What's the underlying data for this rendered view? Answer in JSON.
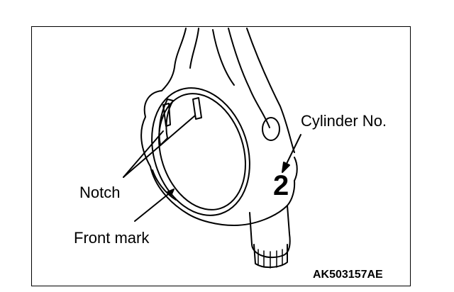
{
  "labels": {
    "cylinder_no": "Cylinder No.",
    "notch": "Notch",
    "front_mark": "Front mark",
    "cylinder_digit": "2"
  },
  "figure_code": "AK503157AE",
  "colors": {
    "line": "#000000",
    "background": "#ffffff"
  }
}
